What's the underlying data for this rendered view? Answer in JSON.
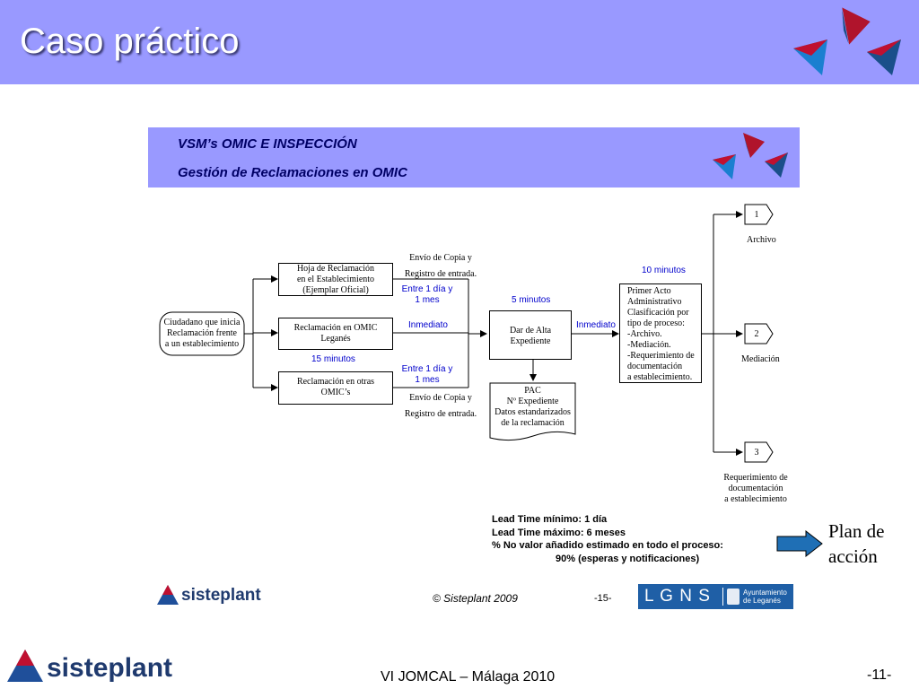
{
  "header": {
    "title": "Caso práctico"
  },
  "banner": {
    "line1": "VSM’s OMIC E INSPECCIÓN",
    "line2": "Gestión de Reclamaciones en OMIC"
  },
  "diagram": {
    "start": [
      "Ciudadano que inicia",
      "Reclamación frente",
      "a un establecimiento"
    ],
    "hoja": [
      "Hoja de Reclamación",
      "en el Establecimiento",
      "(Ejemplar Oficial)"
    ],
    "omic_leganes": [
      "Reclamación en OMIC",
      "Leganés"
    ],
    "otras_omic": [
      "Reclamación en otras",
      "OMIC’s"
    ],
    "dar_alta": [
      "Dar de Alta",
      "Expediente"
    ],
    "pac": [
      "PAC",
      "Nº Expediente",
      "Datos estandarizados",
      "de la reclamación"
    ],
    "primer_acto": [
      "Primer Acto",
      "Administrativo",
      "Clasificación por",
      "tipo de proceso:",
      "-Archivo.",
      "-Mediación.",
      "-Requerimiento de",
      "documentación",
      "a establecimiento."
    ],
    "envio_top": [
      "Envío de Copia y",
      "Registro de entrada."
    ],
    "envio_bottom": [
      "Envío de Copia y",
      "Registro de entrada."
    ],
    "t_entre_top": [
      "Entre 1 día y",
      "1 mes"
    ],
    "t_inmediato_1": "Inmediato",
    "t_15min": "15 minutos",
    "t_entre_bottom": [
      "Entre 1 día y",
      "1 mes"
    ],
    "t_5min": "5 minutos",
    "t_inmediato_2": "Inmediato",
    "t_10min": "10 minutos",
    "out1": {
      "num": "1",
      "label": [
        "Archivo"
      ]
    },
    "out2": {
      "num": "2",
      "label": [
        "Mediación"
      ]
    },
    "out3": {
      "num": "3",
      "label": [
        "Requerimiento de",
        "documentación",
        "a establecimiento"
      ]
    }
  },
  "lead_time": {
    "line1": "Lead Time mínimo: 1 día",
    "line2": "Lead Time máximo: 6 meses",
    "line3": "% No valor añadido estimado en todo el proceso:",
    "line4": "90% (esperas y notificaciones)"
  },
  "plan": {
    "line1": "Plan de",
    "line2": "acción"
  },
  "inner_footer": {
    "logo": "sisteplant",
    "copyright": "© Sisteplant 2009",
    "page": "-15-",
    "lgns": "L G N S",
    "ayto": [
      "Ayuntamiento",
      "de Leganés"
    ]
  },
  "footer": {
    "logo": "sisteplant",
    "event": "VI JOMCAL – Málaga 2010",
    "page": "-11-"
  },
  "colors": {
    "header": "#9999ff",
    "title_shadow": "#333366",
    "banner_text": "#000066",
    "time_text": "#0000cc",
    "arrow_fill": "#1f6fb5",
    "lgns_bg": "#1f5fa6"
  },
  "icons": {
    "decor": "triangle-cluster-icon",
    "logo": "sisteplant-logo-icon"
  }
}
